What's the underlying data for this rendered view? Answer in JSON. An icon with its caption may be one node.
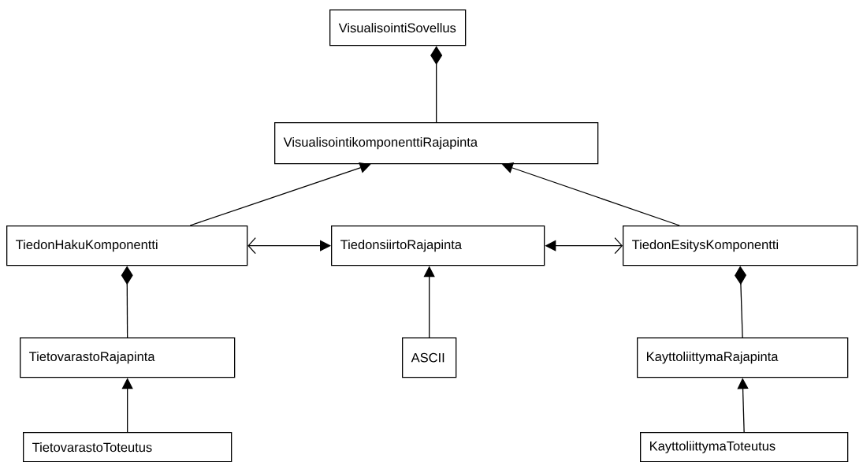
{
  "diagram": {
    "nodes": [
      {
        "text": [
          "VisualisointiSovellus"
        ]
      },
      {
        "text": [
          "VisualisointikomponenttiRajapinta"
        ]
      },
      {
        "text": [
          "TiedonHakuKomponentti"
        ]
      },
      {
        "text": [
          "TiedonsiirtoRajapinta"
        ]
      },
      {
        "text": [
          "TiedonEsitysKomponentti"
        ]
      },
      {
        "text": [
          "TietovarastoRajapinta"
        ]
      },
      {
        "text": [
          "ASCII"
        ]
      },
      {
        "text": [
          "KayttoliittymaRajapinta"
        ]
      },
      {
        "text": [
          "TietovarastoToteutus"
        ]
      },
      {
        "text": [
          "KayttoliittymaToteutus"
        ]
      }
    ],
    "edges": [
      {
        "from": 0,
        "to": 1,
        "arrow": "other"
      },
      {
        "from": 2,
        "to": 1,
        "arrow": "to"
      },
      {
        "from": 4,
        "to": 1,
        "arrow": "to"
      },
      {
        "from": 2,
        "to": 3,
        "arrow": "both"
      },
      {
        "from": 4,
        "to": 3,
        "arrow": "both"
      },
      {
        "from": 6,
        "to": 3,
        "arrow": "to"
      },
      {
        "from": 2,
        "to": 5,
        "arrow": "other"
      },
      {
        "from": 4,
        "to": 7,
        "arrow": "other"
      },
      {
        "from": 8,
        "to": 5,
        "arrow": "to"
      },
      {
        "from": 9,
        "to": 7,
        "arrow": "to"
      }
    ]
  }
}
